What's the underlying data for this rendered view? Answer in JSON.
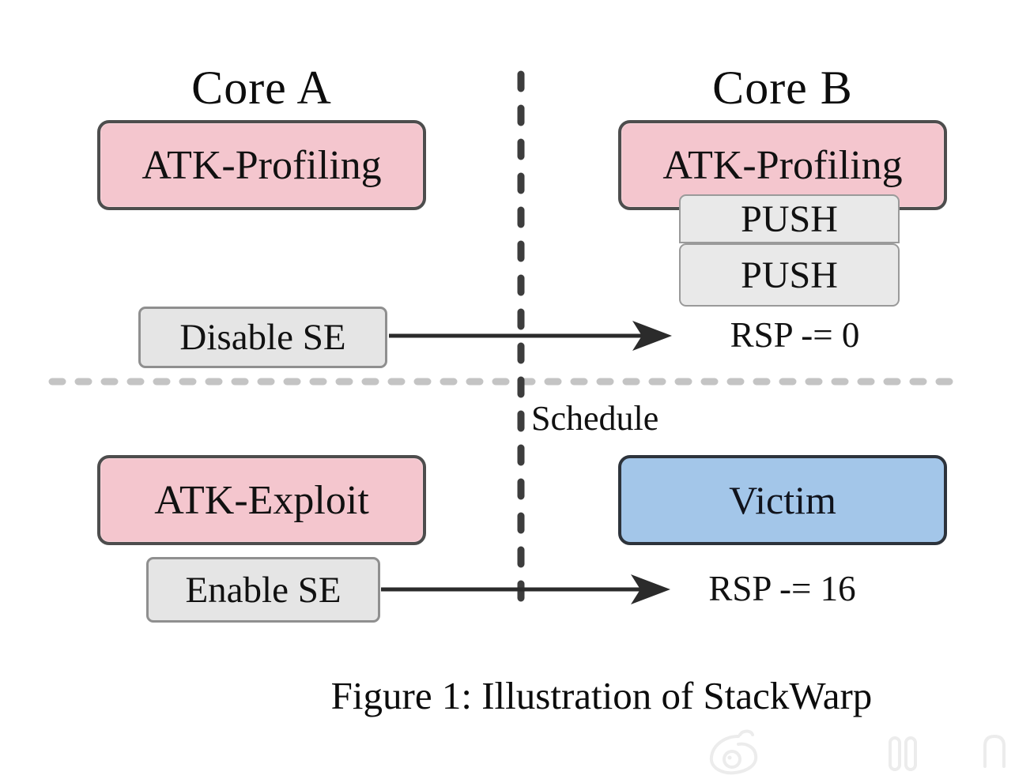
{
  "diagram": {
    "core_a": {
      "title": "Core A",
      "profiling_label": "ATK-Profiling",
      "disable_se_label": "Disable SE",
      "exploit_label": "ATK-Exploit",
      "enable_se_label": "Enable SE"
    },
    "core_b": {
      "title": "Core B",
      "profiling_label": "ATK-Profiling",
      "push_labels": [
        "PUSH",
        "PUSH"
      ],
      "victim_label": "Victim",
      "rsp_after_disable": "RSP -= 0",
      "rsp_after_enable": "RSP -= 16"
    },
    "schedule_label": "Schedule",
    "caption": "Figure 1: Illustration of StackWarp",
    "colors": {
      "attacker_fill": "#f4c6ce",
      "attacker_border": "#4d4d4d",
      "push_fill": "#e9e9e9",
      "push_border": "#9a9a9a",
      "se_fill": "#e5e5e5",
      "se_border": "#8f8f8f",
      "victim_fill": "#a3c6e9",
      "victim_border": "#2d333b",
      "arrow": "#2b2b2b",
      "vertical_divider": "#3d3d3d",
      "horizontal_divider": "#c4c4c4",
      "text": "#111111",
      "watermark": "#ececec"
    }
  }
}
